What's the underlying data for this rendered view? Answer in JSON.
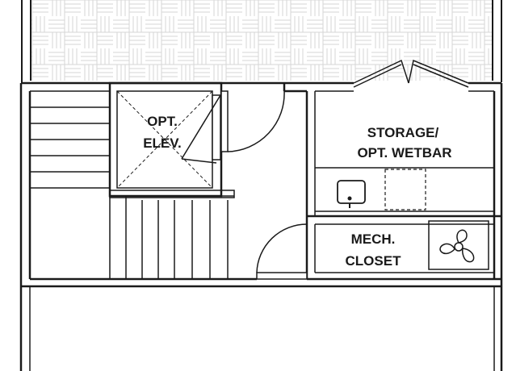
{
  "rooms": {
    "elevator": {
      "line1": "OPT.",
      "line2": "ELEV."
    },
    "storage": {
      "line1": "STORAGE/",
      "line2": "OPT. WETBAR"
    },
    "mech": {
      "line1": "MECH.",
      "line2": "CLOSET"
    }
  },
  "icons": {
    "fan": "fan-icon",
    "sink": "sink-icon"
  },
  "colors": {
    "wall": "#1a1a1a",
    "floor_pattern": "#dcdcdc"
  }
}
